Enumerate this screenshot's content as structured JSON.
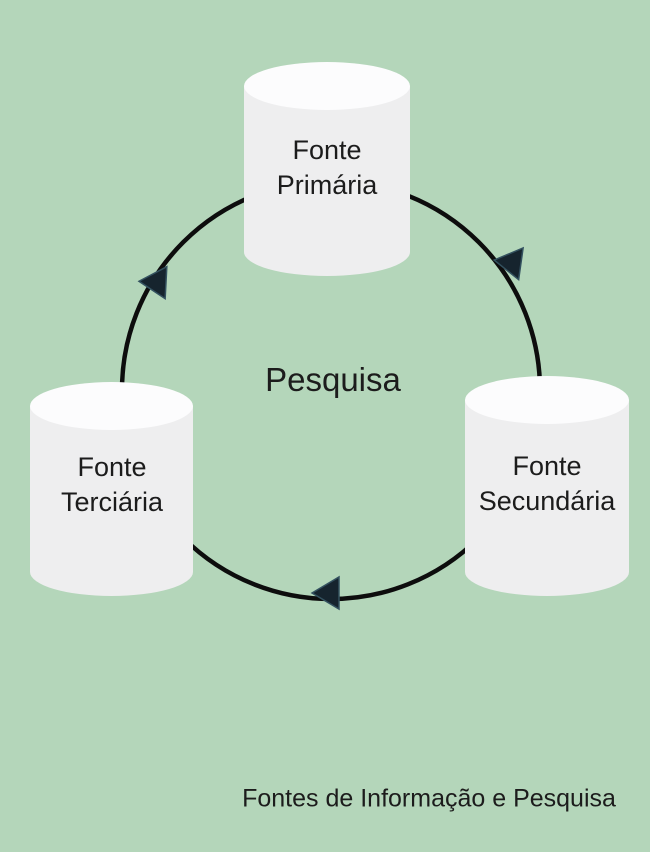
{
  "diagram": {
    "title_caption": "Fontes de Informação e Pesquisa",
    "center_label": "Pesquisa",
    "nodes": [
      {
        "id": "fonte-primaria",
        "label": "Fonte\nPrimária",
        "position": "top"
      },
      {
        "id": "fonte-secundaria",
        "label": "Fonte\nSecundária",
        "position": "bottom-right"
      },
      {
        "id": "fonte-terciaria",
        "label": "Fonte\nTerciária",
        "position": "bottom-left"
      }
    ],
    "arrows": [
      {
        "id": "arrowhead-top-right",
        "pointing": "left-down"
      },
      {
        "id": "arrowhead-bottom",
        "pointing": "left"
      },
      {
        "id": "arrowhead-top-left",
        "pointing": "left"
      }
    ],
    "colors": {
      "background": "#b4d6ba",
      "cylinder_body": "#eeeeef",
      "cylinder_top": "#fcfcfd",
      "circle_stroke": "#0d0d0d",
      "arrowhead_fill": "#16242e",
      "arrowhead_edge": "#33515f",
      "text": "#1c1c1c"
    }
  }
}
